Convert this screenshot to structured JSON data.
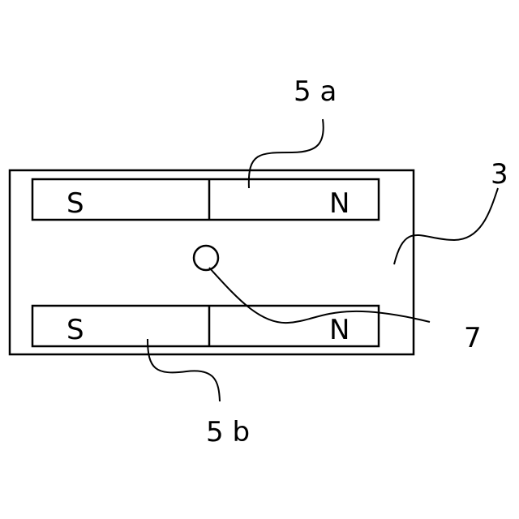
{
  "magnet_top": {
    "left_pole": "S",
    "right_pole": "N"
  },
  "magnet_bottom": {
    "left_pole": "S",
    "right_pole": "N"
  },
  "labels": {
    "magnet_top_ref": "5 a",
    "magnet_bottom_ref": "5 b",
    "body_ref": "3",
    "point_ref": "7"
  }
}
